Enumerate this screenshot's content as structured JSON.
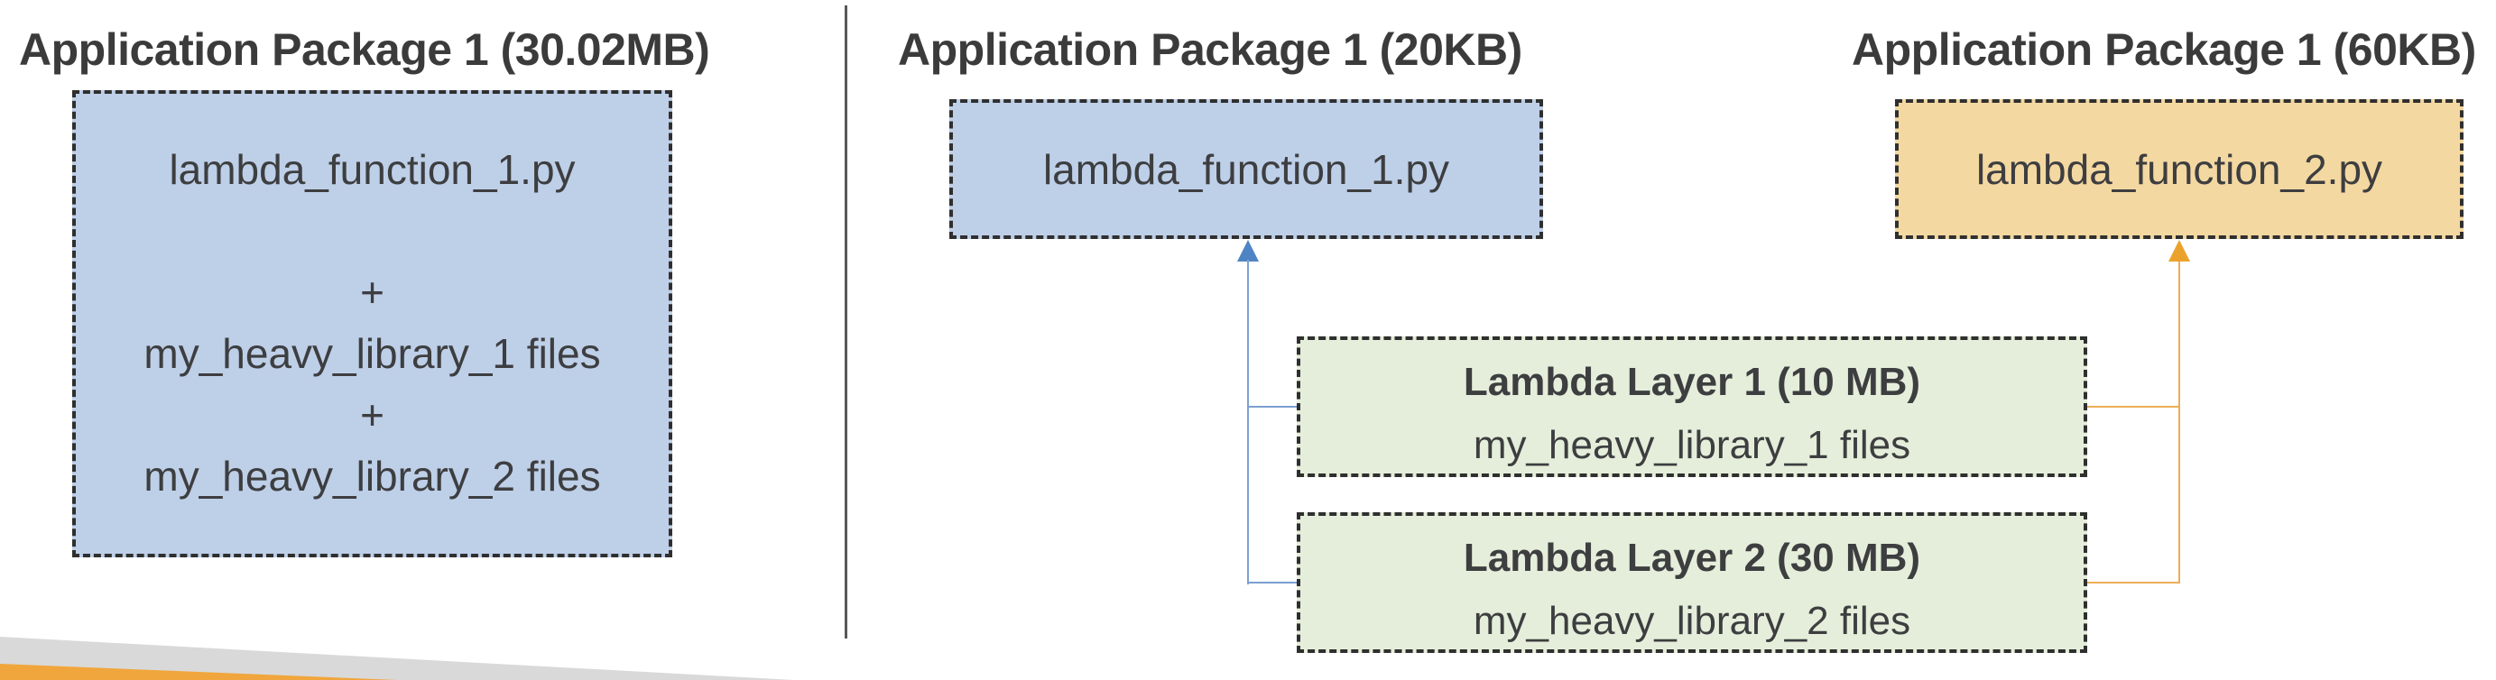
{
  "panels": {
    "left": {
      "title": "Application Package 1 (30.02MB)",
      "box": {
        "lines": [
          "lambda_function_1.py",
          "",
          "+",
          "my_heavy_library_1 files",
          "+",
          "my_heavy_library_2 files"
        ]
      }
    },
    "middle": {
      "title": "Application Package 1 (20KB)",
      "box": {
        "label": "lambda_function_1.py"
      }
    },
    "right": {
      "title": "Application Package 1 (60KB)",
      "box": {
        "label": "lambda_function_2.py"
      }
    },
    "layers": [
      {
        "title": "Lambda Layer 1 (10 MB)",
        "subtitle": "my_heavy_library_1 files"
      },
      {
        "title": "Lambda Layer 2 (30 MB)",
        "subtitle": "my_heavy_library_2 files"
      }
    ]
  },
  "colors": {
    "package_blue_fill": "#becfe8",
    "package_orange_fill": "#f4d8a1",
    "layer_green_fill": "#e5eeda",
    "dashed_border": "#2f2f2f",
    "text": "#3d3e40",
    "title_text": "#3b3b3b",
    "blue_connector": "#7ba0d0",
    "blue_arrowhead": "#4f84c4",
    "orange_connector": "#ecae55",
    "orange_arrowhead": "#eba22d",
    "divider": "#57585a",
    "wedge_gray": "#d9d9d9",
    "wedge_orange": "#f0a63c"
  }
}
